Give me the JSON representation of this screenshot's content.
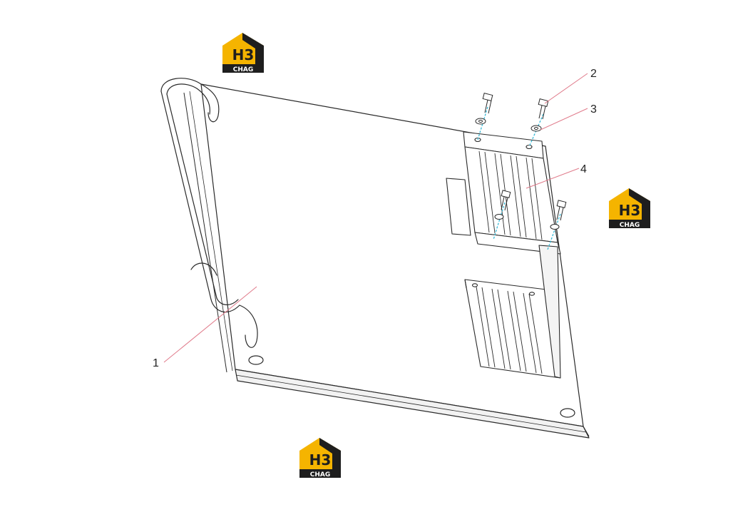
{
  "diagram": {
    "callouts": [
      {
        "label": "1"
      },
      {
        "label": "2"
      },
      {
        "label": "3"
      },
      {
        "label": "4"
      }
    ]
  },
  "watermark": {
    "brand_top": "H3",
    "brand_bottom": "CHAG"
  },
  "colors": {
    "line": "#2a2a2a",
    "leader": "#e07a8a",
    "fastener_axis": "#37b9d6",
    "logo_yellow": "#f5b400",
    "logo_dark": "#1e1e1e"
  }
}
